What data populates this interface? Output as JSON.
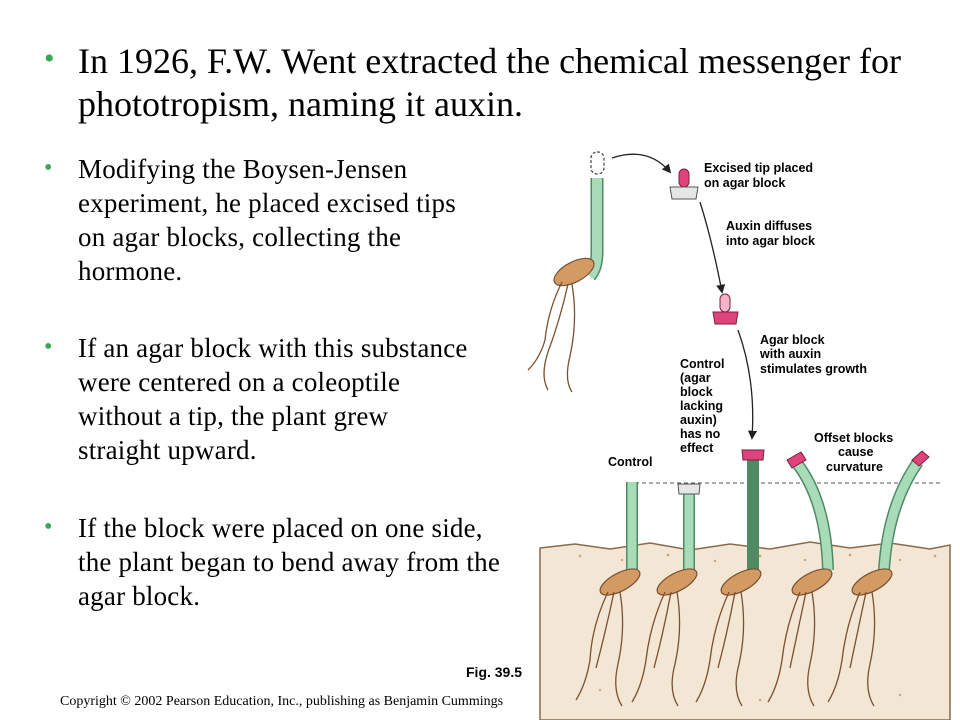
{
  "title": "In 1926, F.W. Went extracted the chemical messenger for phototropism, naming it auxin.",
  "bullets": [
    "Modifying the Boysen-Jensen experiment, he placed excised tips on agar blocks, collecting the hormone.",
    "If an agar block with this substance were centered on a coleoptile without a tip, the plant grew straight upward.",
    "If the block were placed on one side, the plant began to bend away from the agar block."
  ],
  "figure": {
    "label": "Fig. 39.5",
    "annotations": {
      "excised_line1": "Excised tip placed",
      "excised_line2": "on agar block",
      "diffuses_line1": "Auxin diffuses",
      "diffuses_line2": "into agar block",
      "agar_line1": "Agar block",
      "agar_line2": "with auxin",
      "agar_line3": "stimulates growth",
      "control_a1": "Control",
      "control_a2": "(agar",
      "control_a3": "block",
      "control_a4": "lacking",
      "control_a5": "auxin)",
      "control_a6": "has no",
      "control_a7": "effect",
      "control": "Control",
      "offset_line1": "Offset blocks",
      "offset_line2": "cause",
      "offset_line3": "curvature"
    },
    "colors": {
      "coleoptile": "#a8dcb8",
      "stem_outline": "#4f8a62",
      "agar_pink": "#e0427a",
      "agar_gray": "#e6e6e6",
      "soil": "#f3e6d4",
      "seed": "#d49a64"
    }
  },
  "copyright": "Copyright © 2002 Pearson Education, Inc., publishing as Benjamin Cummings"
}
